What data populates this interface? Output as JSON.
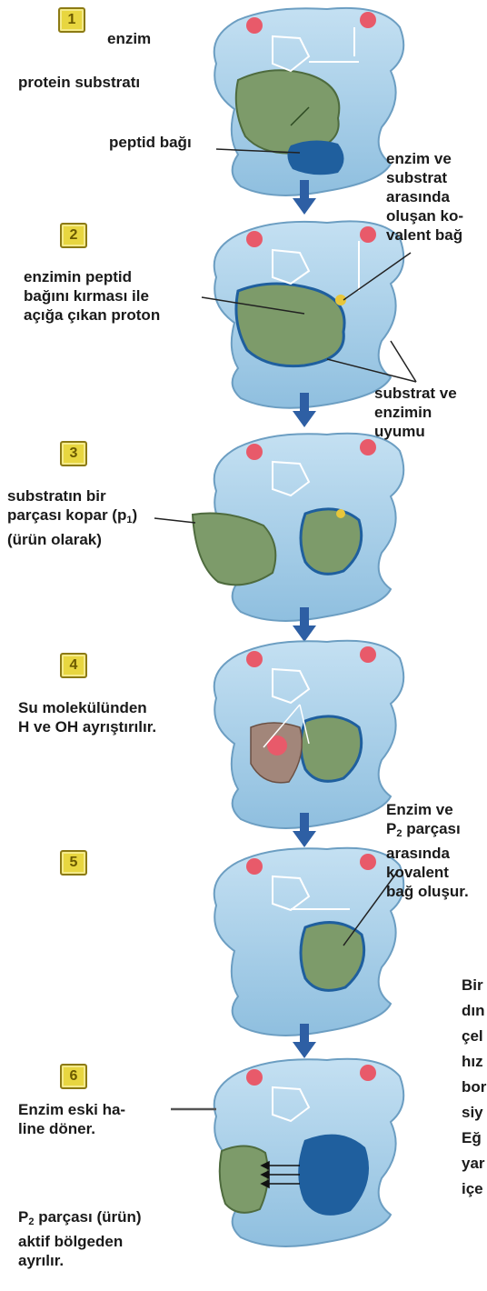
{
  "steps": [
    {
      "number": "1"
    },
    {
      "number": "2"
    },
    {
      "number": "3"
    },
    {
      "number": "4"
    },
    {
      "number": "5"
    },
    {
      "number": "6"
    }
  ],
  "labels": {
    "enzim": "enzim",
    "protein_substrati": "protein substratı",
    "peptid_bagi": "peptid bağı",
    "kovalent_bag": "enzim ve\nsubstrat\narasında\noluşan ko-\nvalent bağ",
    "proton": "enzimin peptid\nbağını kırması ile\naçığa çıkan proton",
    "uyum": "substrat ve\nenzimin\nuyumu",
    "p1_prefix": "substratın bir\nparçası kopar (p",
    "p1_sub": "1",
    "p1_suffix": ")\n(ürün olarak)",
    "su": "Su molekülünden\nH ve OH ayrıştırılır.",
    "p2_line1": "Enzim ve",
    "p2_letter": "P",
    "p2_sub": "2",
    "p2_line2": " parçası",
    "p2_rest": "arasında\nkovalent\nbağ oluşur.",
    "eski_hal": "Enzim eski ha-\nline döner.",
    "urun_letter": "P",
    "urun_sub": "2",
    "urun_line1": " parçası (ürün)",
    "urun_rest": "aktif bölgeden\nayrılır.",
    "cut_text": "Bir\ndın\nçel\nhız\nbor\nsiy\nEğ\nyar\niçe"
  },
  "colors": {
    "enzyme": "#a8cfe8",
    "enzyme_edge": "#6c9ec2",
    "substrate": "#7d9b6a",
    "active_site": "#1f5f9e",
    "arrow": "#2e5fa4",
    "badge": "#e8d640",
    "pink": "#e85a6a"
  }
}
